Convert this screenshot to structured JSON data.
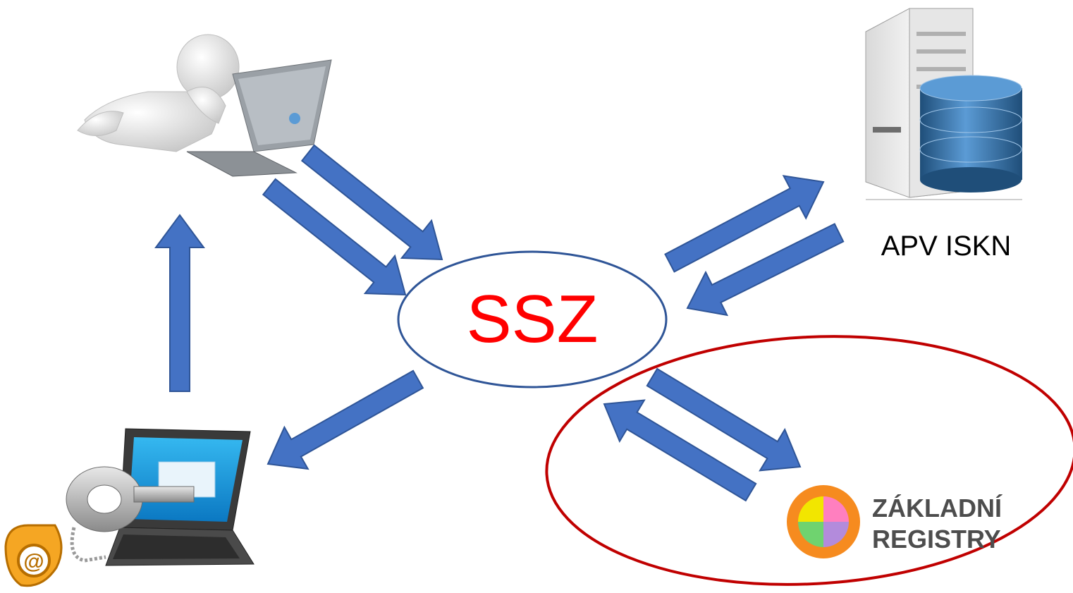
{
  "hub": {
    "label": "SSZ",
    "label_color": "#ff0000",
    "outline_color": "#2f5597"
  },
  "server": {
    "label": "APV ISKN"
  },
  "registry": {
    "logo_line1": "ZÁKLADNÍ",
    "logo_line2": "REGISTRY",
    "text_color": "#4d4d4d",
    "highlight_outline_color": "#c00000"
  },
  "arrows": {
    "fill": "#4472c4",
    "stroke": "#2f5597"
  },
  "icons": {
    "user": "person-with-laptop-icon",
    "server": "server-database-icon",
    "mailbox": "data-mailbox-key-laptop-icon",
    "registry": "zakladni-registry-logo-icon"
  }
}
